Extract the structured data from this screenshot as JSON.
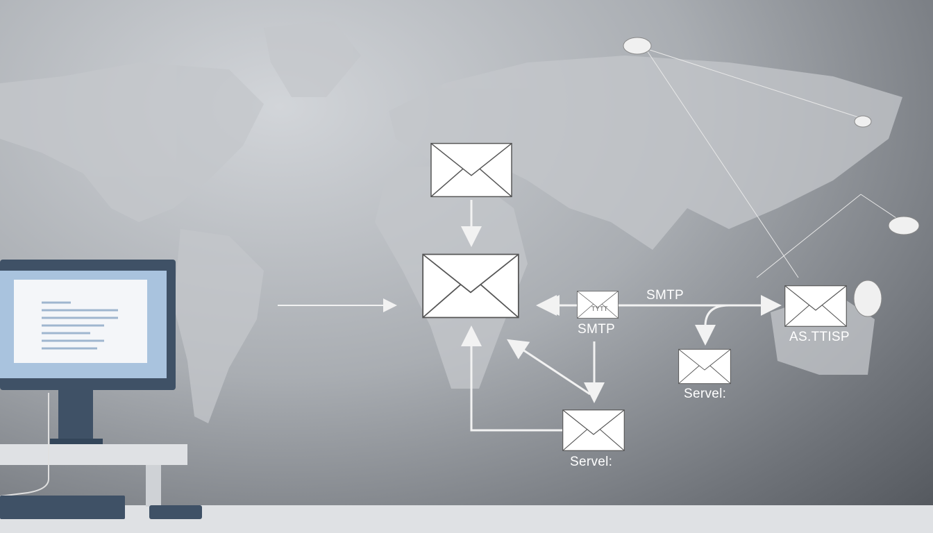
{
  "labels": {
    "smtp_top": "SMTP",
    "smtp_small": "SMTP",
    "mini_envelope_text": "TYTT",
    "server_middle": "Servel:",
    "server_bottom": "Servel:",
    "isp": "AS.TTISP"
  },
  "colors": {
    "background": "#8c9096",
    "map": "#c4c7cb",
    "envelope": "#ffffff",
    "arrow": "#f2f2f2",
    "monitor_frame": "#3f5166",
    "screen": "#a9c3de",
    "desk": "#dfe1e4"
  },
  "icons": [
    "world-map",
    "envelope-icon",
    "desktop-monitor",
    "keyboard-icon",
    "satellite-dish-icon"
  ]
}
